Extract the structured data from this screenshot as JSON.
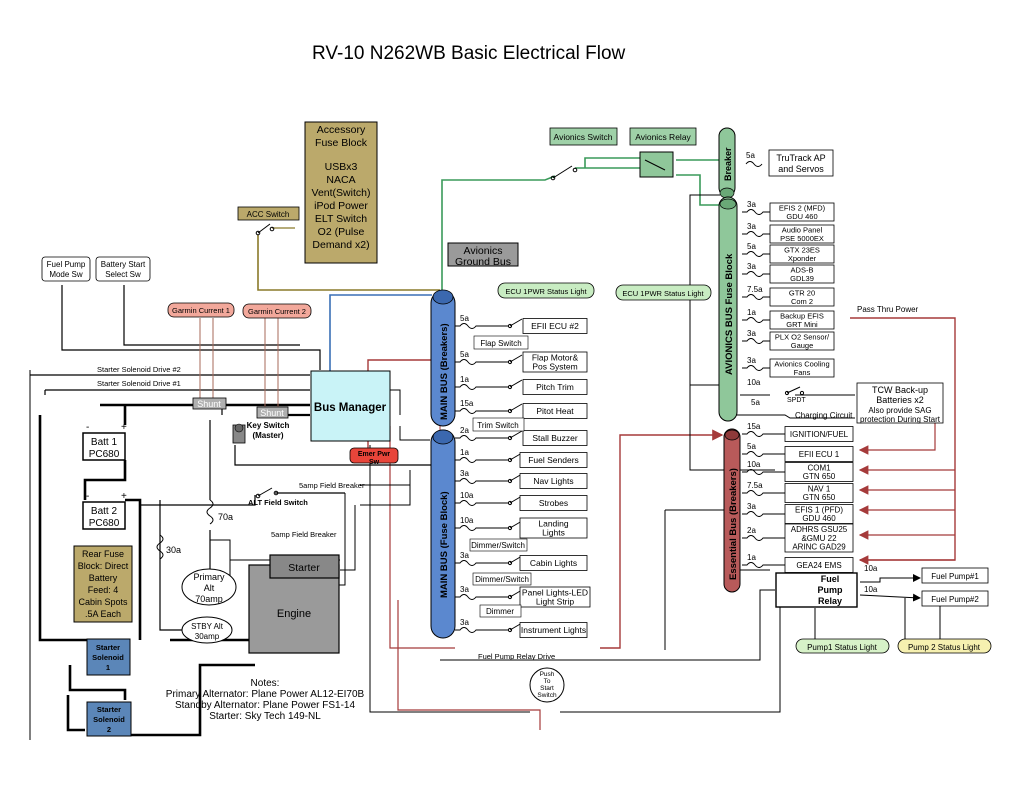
{
  "title": "RV-10 N262WB Basic Electrical Flow",
  "accessory": {
    "title": [
      "Accessory",
      "Fuse Block"
    ],
    "items": [
      "USBx3",
      "NACA",
      "Vent(Switch)",
      "iPod Power",
      "ELT Switch",
      "O2 (Pulse",
      "Demand x2)"
    ]
  },
  "acc_switch": "ACC Switch",
  "avionics_switch": "Avionics Switch",
  "avionics_relay": "Avionics Relay",
  "avionics_ground_bus": [
    "Avionics",
    "Ground Bus"
  ],
  "fuel_pump_mode": [
    "Fuel Pump",
    "Mode Sw"
  ],
  "battery_start": [
    "Battery Start",
    "Select Sw"
  ],
  "garmin_current_1": "Garmin Current 1",
  "garmin_current_2": "Garmin Current 2",
  "starter_drive_2": "Starter Solenoid Drive #2",
  "starter_drive_1": "Starter Solenoid Drive #1",
  "shunt": "Shunt",
  "bus_manager": "Bus Manager",
  "key_switch": [
    "Key Switch",
    "(Master)"
  ],
  "emer_pwr": [
    "Emer Pwr",
    "Sw"
  ],
  "batt1": [
    "Batt 1",
    "PC680"
  ],
  "batt2": [
    "Batt 2",
    "PC680"
  ],
  "rear_fuse": [
    "Rear Fuse",
    "Block: Direct",
    "Battery",
    "Feed: 4",
    "Cabin Spots",
    ".5A Each"
  ],
  "starter_solenoid_1": [
    "Starter",
    "Solenoid",
    "1"
  ],
  "starter_solenoid_2": [
    "Starter",
    "Solenoid",
    "2"
  ],
  "alt_field_switch": "ALT Field Switch",
  "field_breaker_1": "5amp Field Breaker",
  "field_breaker_2": "5amp Field Breaker",
  "amp_70a": "70a",
  "amp_30a": "30a",
  "primary_alt": [
    "Primary",
    "Alt",
    "70amp"
  ],
  "stby_alt": [
    "STBY Alt",
    "30amp"
  ],
  "starter": "Starter",
  "engine": "Engine",
  "notes": [
    "Notes:",
    "Primary Alternator: Plane Power AL12-EI70B",
    "Standby Alternator: Plane Power FS1-14",
    "Starter: Sky Tech 149-NL"
  ],
  "ecu_status_1": "ECU 1PWR Status Light",
  "ecu_status_2": "ECU 1PWR Status Light",
  "main_bus_breakers": "MAIN BUS (Breakers)",
  "main_bus_fuse": "MAIN BUS (Fuse Block)",
  "avionics_bus": "AVIONICS BUS Fuse Block",
  "breaker": "Breaker",
  "essential_bus": "Essential Bus (Breakers)",
  "main_breaker_circuits": [
    {
      "amp": "5a",
      "label": [
        "EFII ECU #2"
      ]
    },
    {
      "amp": "5a",
      "label": [
        "Flap Motor&",
        "Pos System"
      ]
    },
    {
      "amp": "1a",
      "label": [
        "Pitch Trim"
      ]
    },
    {
      "amp": "15a",
      "label": [
        "Pitot Heat"
      ]
    },
    {
      "amp": "2a",
      "label": [
        "Stall Buzzer"
      ]
    }
  ],
  "flap_switch": "Flap Switch",
  "trim_switch": "Trim Switch",
  "main_fuse_circuits": [
    {
      "amp": "1a",
      "label": [
        "Fuel Senders"
      ]
    },
    {
      "amp": "3a",
      "label": [
        "Nav Lights"
      ]
    },
    {
      "amp": "10a",
      "label": [
        "Strobes"
      ]
    },
    {
      "amp": "10a",
      "label": [
        "Landing",
        "Lights"
      ]
    },
    {
      "amp": "3a",
      "label": [
        "Cabin Lights"
      ]
    },
    {
      "amp": "3a",
      "label": [
        "Panel Lights-LED",
        "Light Strip"
      ]
    },
    {
      "amp": "3a",
      "label": [
        "Instrument Lights"
      ]
    }
  ],
  "dimmer_switch_1": "Dimmer/Switch",
  "dimmer_switch_2": "Dimmer/Switch",
  "dimmer": "Dimmer",
  "trutrack": {
    "amp": "5a",
    "label": [
      "TruTrack AP",
      "and Servos"
    ]
  },
  "avionics_circuits": [
    {
      "amp": "3a",
      "label": [
        "EFIS 2 (MFD)",
        "GDU 460"
      ]
    },
    {
      "amp": "3a",
      "label": [
        "Audio Panel",
        "PSE 5000EX"
      ]
    },
    {
      "amp": "5a",
      "label": [
        "GTX 23ES",
        "Xponder"
      ]
    },
    {
      "amp": "3a",
      "label": [
        "ADS-B",
        "GDL39"
      ]
    },
    {
      "amp": "7.5a",
      "label": [
        "GTR 20",
        "Com 2"
      ]
    },
    {
      "amp": "1a",
      "label": [
        "Backup EFIS",
        "GRT Mini"
      ]
    },
    {
      "amp": "3a",
      "label": [
        "PLX O2 Sensor/",
        "Gauge"
      ]
    },
    {
      "amp": "3a",
      "label": [
        "Avionics Cooling",
        "Fans"
      ]
    }
  ],
  "pass_thru": "Pass Thru Power",
  "spdt": "SPDT",
  "amp_10a_tcw": "10a",
  "amp_5a_tcw": "5a",
  "tcw": [
    "TCW Back-up",
    "Batteries x2",
    "Also provide SAG",
    "protection During Start"
  ],
  "charging_circuit": "Charging Circuit",
  "essential_circuits": [
    {
      "amp": "15a",
      "label": [
        "IGNITION/FUEL"
      ]
    },
    {
      "amp": "5a",
      "label": [
        "EFII ECU 1"
      ]
    },
    {
      "amp": "10a",
      "label": [
        "COM1",
        "GTN 650"
      ]
    },
    {
      "amp": "7.5a",
      "label": [
        "NAV 1",
        "GTN 650"
      ]
    },
    {
      "amp": "3a",
      "label": [
        "EFIS 1 (PFD)",
        "GDU 460"
      ]
    },
    {
      "amp": "2a",
      "label": [
        "ADHRS GSU25",
        "&GMU 22",
        "ARINC GAD29"
      ]
    },
    {
      "amp": "1a",
      "label": [
        "GEA24 EMS"
      ]
    }
  ],
  "fuel_pump_relay": [
    "Fuel",
    "Pump",
    "Relay"
  ],
  "fuel_pump_1": "Fuel Pump#1",
  "fuel_pump_2": "Fuel Pump#2",
  "fp_amp_1": "10a",
  "fp_amp_2": "10a",
  "pump1_status": "Pump1 Status Light",
  "pump2_status": "Pump 2 Status Light",
  "fuel_pump_relay_drive": "Fuel Pump Relay Drive",
  "push_to_start": [
    "Push",
    "To",
    "Start",
    "Switch"
  ],
  "colors": {
    "main_bus": "#5b88cf",
    "avionics_bus": "#8fc79a",
    "essential_bus": "#b85a5a",
    "tan_box": "#bba96b",
    "avionics_box": "#9fd1a8",
    "garmin_box": "#f2a89b",
    "bus_manager": "#c9f3f7",
    "emer_pwr": "#e8453a",
    "solenoid": "#5b86b8",
    "starter_gray": "#9a9a9a",
    "ground_gray": "#9a9a9a",
    "pump1_light": "#d7f2c8",
    "pump2_light": "#f6f0b0",
    "green_wire": "#3a9a5a",
    "red_wire": "#a53a3a",
    "blue_wire": "#3a6fb5",
    "olive_wire": "#8a7a2a"
  }
}
